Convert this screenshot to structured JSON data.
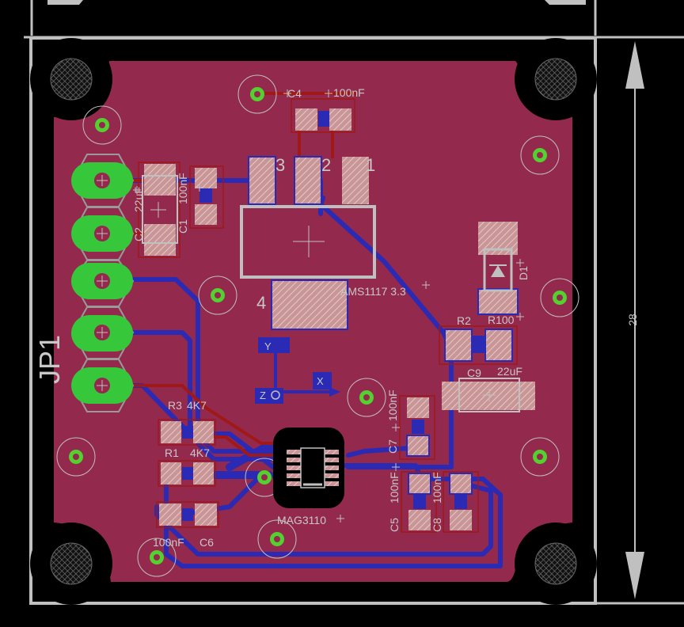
{
  "board": {
    "connector_label": "JP1",
    "dimension_label": "28"
  },
  "components": {
    "c4": "C4",
    "c4_value": "100nF",
    "c2": "C2",
    "c2_value": "22uF",
    "c1": "C1",
    "c1_value": "100nF",
    "regulator_value": "AMS1117 3.3",
    "pin1": "1",
    "pin2": "2",
    "pin3": "3",
    "pin4": "4",
    "d1": "D1",
    "r2": "R2",
    "r2_value": "R100",
    "c9": "C9",
    "c9_value": "22uF",
    "r3": "R3",
    "r3_value": "4K7",
    "r1": "R1",
    "r1_value": "4K7",
    "c7": "C7",
    "c7_value": "100nF",
    "c5": "C5",
    "c5_value": "100nF",
    "c8": "C8",
    "c8_value": "100nF",
    "c6": "C6",
    "c6_value": "100nF",
    "sensor": "MAG3110"
  },
  "axes": {
    "x": "X",
    "y": "Y",
    "z": "Z"
  },
  "colors": {
    "background": "#000000",
    "board": "#93294d",
    "outline": "#c0c0c0",
    "trace_bottom": "#2a2ab4",
    "trace_top": "#a01818",
    "pad": "#c89696",
    "via": "#54d030",
    "label": "#c8c8c8"
  }
}
